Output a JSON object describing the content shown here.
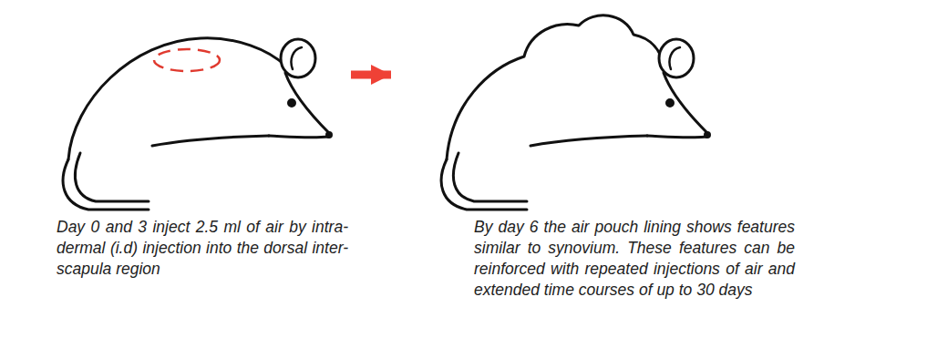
{
  "diagram": {
    "nodes": [
      {
        "text": [
          "Day 0 and 3 inject 2.5 ml of air by intra-dermal (i.d) injection into the dorsal inter-scapula region"
        ]
      },
      {
        "text": [
          "By day 6 the air pouch lining shows features similar to synovium. These features can be reinforced with repeated injections of air and extended time courses of up to 30 days"
        ]
      }
    ],
    "edges": [
      {
        "from": 0,
        "to": 1,
        "arrow": "to"
      }
    ]
  }
}
